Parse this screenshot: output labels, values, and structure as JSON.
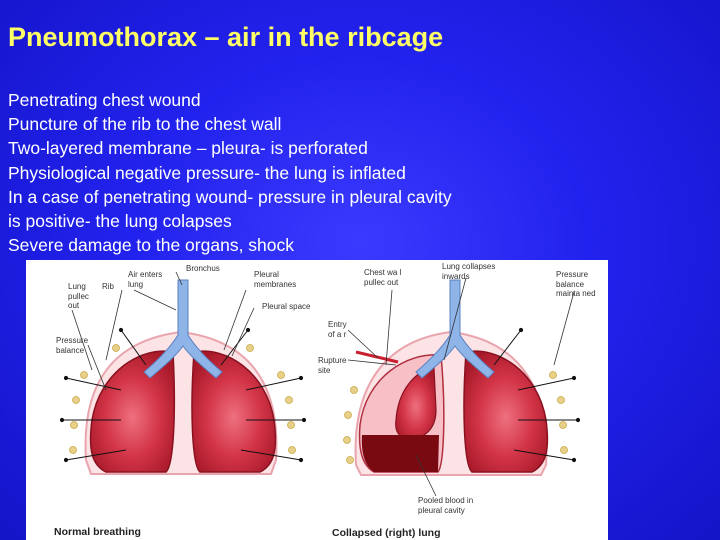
{
  "slide": {
    "title": "Pneumothorax – air in the ribcage",
    "bullets": [
      "Penetrating chest wound",
      "Puncture of the rib to the chest wall",
      "Two-layered membrane – pleura-  is perforated",
      "Physiological negative pressure- the lung is inflated",
      "In a case of penetrating wound- pressure in pleural cavity",
      "is positive- the lung colapses",
      "Severe damage to the organs, shock"
    ]
  },
  "figure": {
    "labels": {
      "lung_pulled_out": [
        "Lung",
        "pullec",
        "out"
      ],
      "rib": "Rib",
      "air_enters_lung": [
        "Air enters",
        "lung"
      ],
      "bronchus": "Bronchus",
      "pleural_membranes": [
        "Pleural",
        "membranes"
      ],
      "pleural_space": "Pleural space",
      "pressure_balance_left": [
        "Pressure",
        "balance"
      ],
      "chest_wall_pulled_out": [
        "Chest wa l",
        "pullec out"
      ],
      "lung_collapses_inwards": [
        "Lung collapses",
        "inwards"
      ],
      "entry_of_air": [
        "Entry",
        "of a r"
      ],
      "rupture_site": [
        "Rupture",
        "site"
      ],
      "pressure_balance_maintained": [
        "Pressure",
        "balance",
        "mainta ned"
      ],
      "pooled_blood": [
        "Pooled blood in",
        "pleural cavity"
      ]
    },
    "captions": {
      "normal": "Normal breathing",
      "collapsed": "Collapsed (right) lung"
    },
    "colors": {
      "lung": "#c8283a",
      "lung_highlight": "#e2606c",
      "pleura": "#f2a0a8",
      "airway": "#8fb4e8",
      "blood": "#7a0a12",
      "rib": "#e8d088"
    }
  }
}
